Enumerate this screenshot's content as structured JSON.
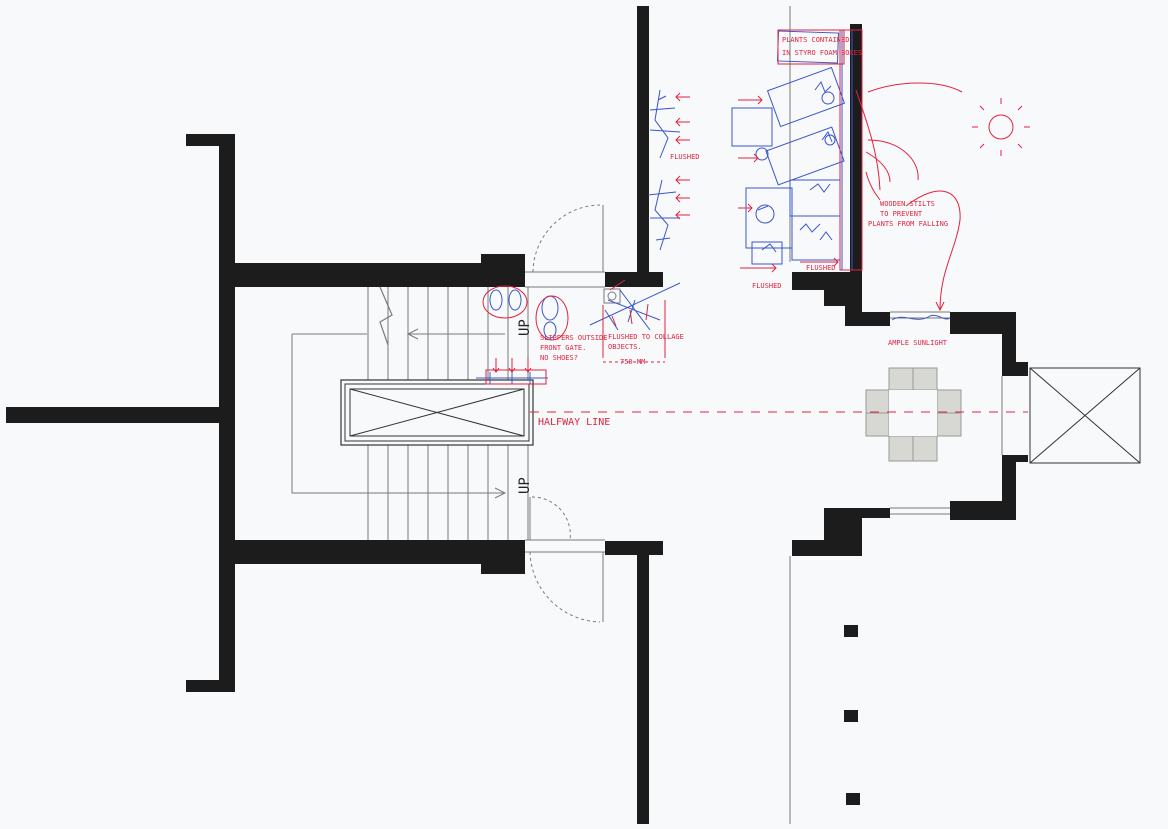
{
  "stair": {
    "up_top": "UP",
    "up_bottom": "UP"
  },
  "annotations": {
    "plants_line1": "PLANTS CONTAINED",
    "plants_line2": "IN STYRO FOAM BOXES",
    "flushed_upper": "FLUSHED",
    "wooden_line1": "WOODEN STILTS",
    "wooden_line2": "TO PREVENT",
    "wooden_line3": "PLANTS FROM FALLING",
    "flushed_planter": "FLUSHED",
    "flushed_left_planter": "FLUSHED",
    "slippers_line1": "SLIPPERS OUTSIDE",
    "slippers_line2": "FRONT GATE.",
    "slippers_line3": "NO SHOES?",
    "collage_line1": "FLUSHED TO COLLAGE",
    "collage_line2": "OBJECTS.",
    "dimension": "750 MM",
    "halfway": "HALFWAY LINE",
    "sunlight": "AMPLE SUNLIGHT"
  },
  "colors": {
    "wall": "#1c1c1c",
    "line": "#777777",
    "annotation": "#e2233f",
    "sketch": "#3b56c8",
    "table": "#d7d8d3"
  }
}
